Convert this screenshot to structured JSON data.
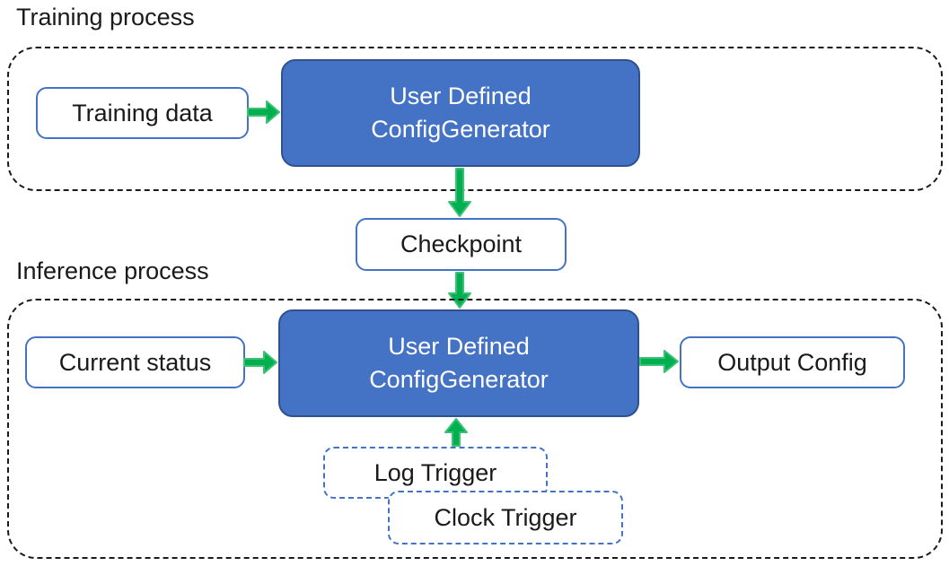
{
  "colors": {
    "blue_fill": "#4472C4",
    "blue_fill_border": "#2F528F",
    "box_border": "#4472C4",
    "arrow_green": "#00B050",
    "arrow_green_light": "#3CC174",
    "text_dark": "#1a1a1a",
    "container_border": "#1a1a1a",
    "bg": "#ffffff"
  },
  "training_section": {
    "title": "Training process",
    "training_data_label": "Training data",
    "generator_line1": "User Defined",
    "generator_line2": "ConfigGenerator"
  },
  "checkpoint_label": "Checkpoint",
  "inference_section": {
    "title": "Inference process",
    "current_status_label": "Current status",
    "generator_line1": "User Defined",
    "generator_line2": "ConfigGenerator",
    "output_config_label": "Output Config",
    "log_trigger_label": "Log Trigger",
    "clock_trigger_label": "Clock Trigger"
  }
}
